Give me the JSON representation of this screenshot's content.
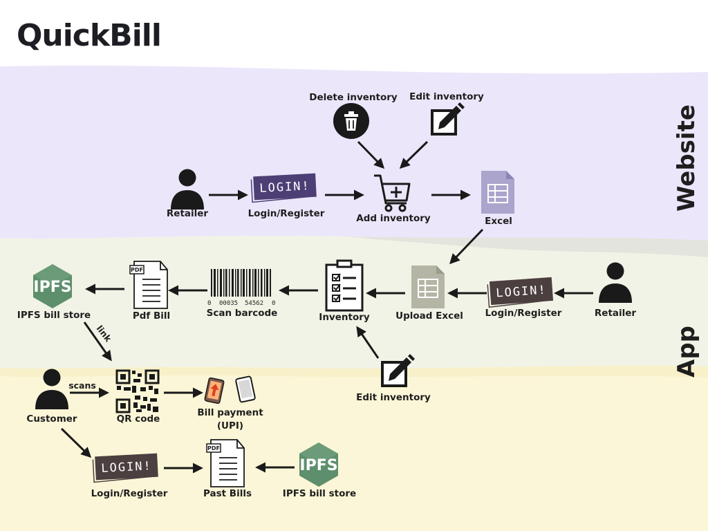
{
  "title": "QuickBill",
  "sections": {
    "website": "Website",
    "app": "App"
  },
  "website": {
    "retailer": "Retailer",
    "login_register": "Login/Register",
    "add_inventory": "Add inventory",
    "excel": "Excel",
    "delete_inventory": "Delete inventory",
    "edit_inventory": "Edit inventory"
  },
  "app": {
    "retailer": "Retailer",
    "login_register": "Login/Register",
    "upload_excel": "Upload Excel",
    "inventory": "Inventory",
    "edit_inventory": "Edit inventory",
    "scan_barcode": "Scan barcode",
    "pdf_bill": "Pdf Bill",
    "ipfs_bill_store": "IPFS bill store",
    "link": "link",
    "customer": "Customer",
    "scans": "scans",
    "qr_code": "QR code",
    "bill_payment_line1": "Bill payment",
    "bill_payment_line2": "(UPI)",
    "customer_login_register": "Login/Register",
    "past_bills": "Past Bills",
    "ipfs_bill_store_2": "IPFS bill store"
  },
  "icons": {
    "login_badge": "LOGIN!",
    "ipfs_badge": "IPFS",
    "pdf_tag": "PDF",
    "barcode_digits": [
      "0",
      "00035",
      "54562",
      "0"
    ]
  },
  "colors": {
    "website_band": "#ece6fb",
    "app_band": "#f1f3e6",
    "customer_band": "#fbf6d7",
    "ipfs_green": "#5e8f6c",
    "login_purple": "#4d3f75",
    "login_brown": "#4b3f3f",
    "excel_purple": "#aba4cc",
    "excel_gray": "#b5b5a6"
  }
}
